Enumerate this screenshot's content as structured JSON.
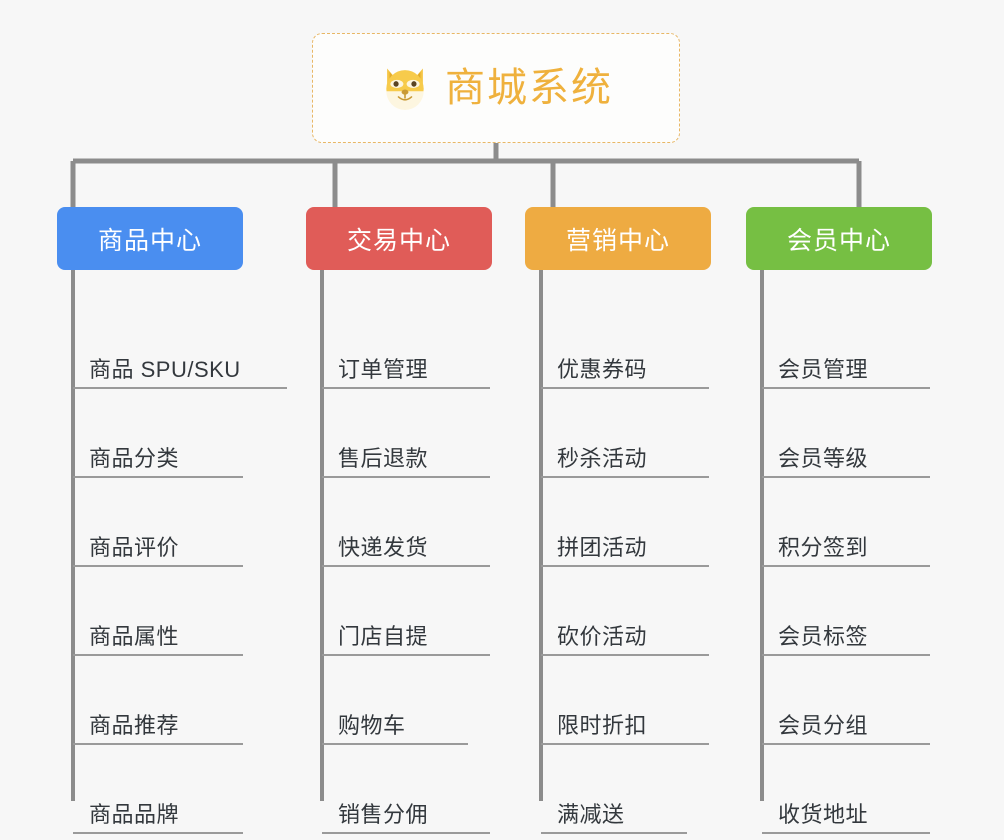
{
  "page": {
    "background_color": "#f7f7f7",
    "line_color": "#8c8c8c",
    "leaf_rule_color": "#9a9a9a",
    "leaf_text_color": "#33383d"
  },
  "root": {
    "title": "商城系统",
    "icon": "shiba-inu-dog-face-emoji",
    "border_color": "#e8b765",
    "text_color": "#efb13d",
    "background": "#fdfdfc"
  },
  "branches": [
    {
      "id": "product-center",
      "label": "商品中心",
      "color": "#4a8ef0",
      "leaves": [
        {
          "label": "商品 SPU/SKU"
        },
        {
          "label": "商品分类"
        },
        {
          "label": "商品评价"
        },
        {
          "label": "商品属性"
        },
        {
          "label": "商品推荐"
        },
        {
          "label": "商品品牌"
        }
      ]
    },
    {
      "id": "trade-center",
      "label": "交易中心",
      "color": "#e05c58",
      "leaves": [
        {
          "label": "订单管理"
        },
        {
          "label": "售后退款"
        },
        {
          "label": "快递发货"
        },
        {
          "label": "门店自提"
        },
        {
          "label": "购物车"
        },
        {
          "label": "销售分佣"
        }
      ]
    },
    {
      "id": "marketing-center",
      "label": "营销中心",
      "color": "#eeab42",
      "leaves": [
        {
          "label": "优惠券码"
        },
        {
          "label": "秒杀活动"
        },
        {
          "label": "拼团活动"
        },
        {
          "label": "砍价活动"
        },
        {
          "label": "限时折扣"
        },
        {
          "label": "满减送"
        }
      ]
    },
    {
      "id": "member-center",
      "label": "会员中心",
      "color": "#76bf43",
      "leaves": [
        {
          "label": "会员管理"
        },
        {
          "label": "会员等级"
        },
        {
          "label": "积分签到"
        },
        {
          "label": "会员标签"
        },
        {
          "label": "会员分组"
        },
        {
          "label": "收货地址"
        }
      ]
    }
  ]
}
